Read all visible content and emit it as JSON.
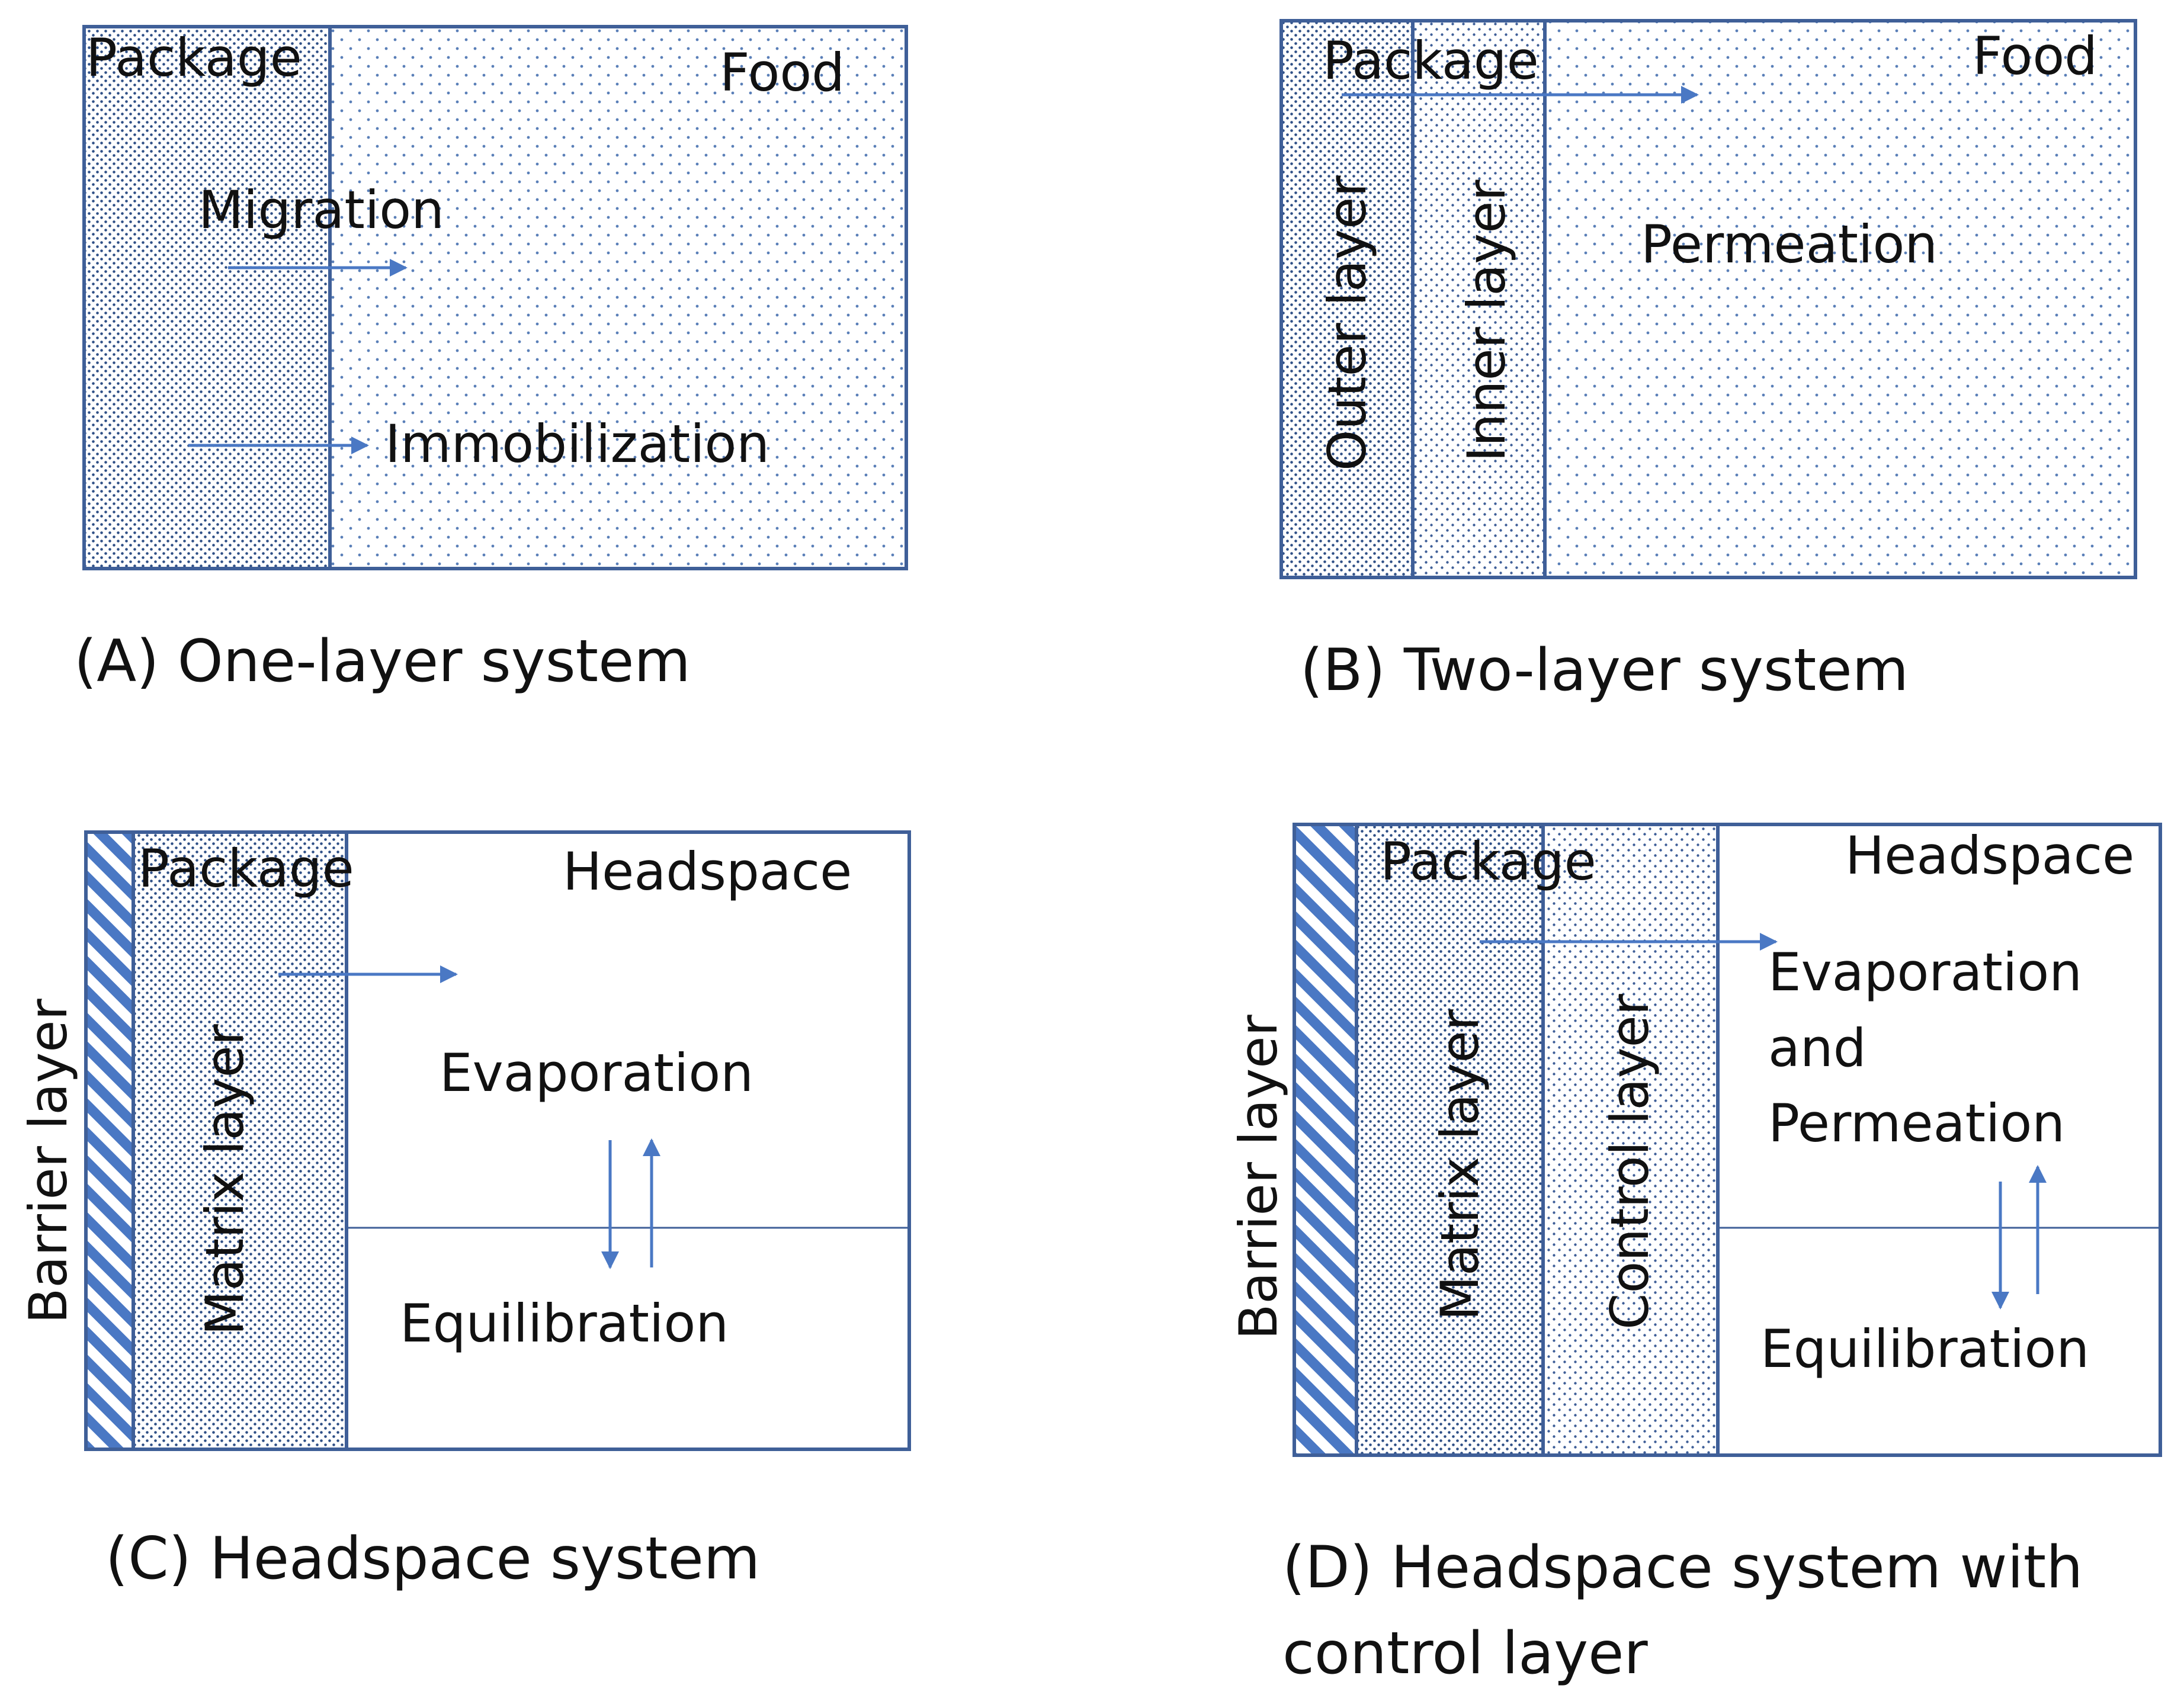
{
  "colors": {
    "line": "#3f5f98",
    "arrow": "#4a78c4",
    "dot_dense": "#2e4f86",
    "dot_sparse": "#5a7fb8",
    "text": "#111111"
  },
  "panels": {
    "a": {
      "package": "Package",
      "food": "Food",
      "migration": "Migration",
      "immobilization": "Immobilization",
      "caption": "(A) One-layer system"
    },
    "b": {
      "package": "Package",
      "food": "Food",
      "outer_layer": "Outer layer",
      "inner_layer": "Inner layer",
      "permeation": "Permeation",
      "caption": "(B) Two-layer system"
    },
    "c": {
      "barrier_layer": "Barrier layer",
      "package": "Package",
      "headspace": "Headspace",
      "matrix_layer": "Matrix layer",
      "evaporation": "Evaporation",
      "equilibration": "Equilibration",
      "caption": "(C) Headspace system"
    },
    "d": {
      "barrier_layer": "Barrier layer",
      "package": "Package",
      "headspace": "Headspace",
      "matrix_layer": "Matrix layer",
      "control_layer": "Control layer",
      "evap_line1": "Evaporation",
      "evap_line2": "and",
      "evap_line3": "Permeation",
      "equilibration": "Equilibration",
      "caption_line1": "(D) Headspace system with",
      "caption_line2": "control layer"
    }
  }
}
